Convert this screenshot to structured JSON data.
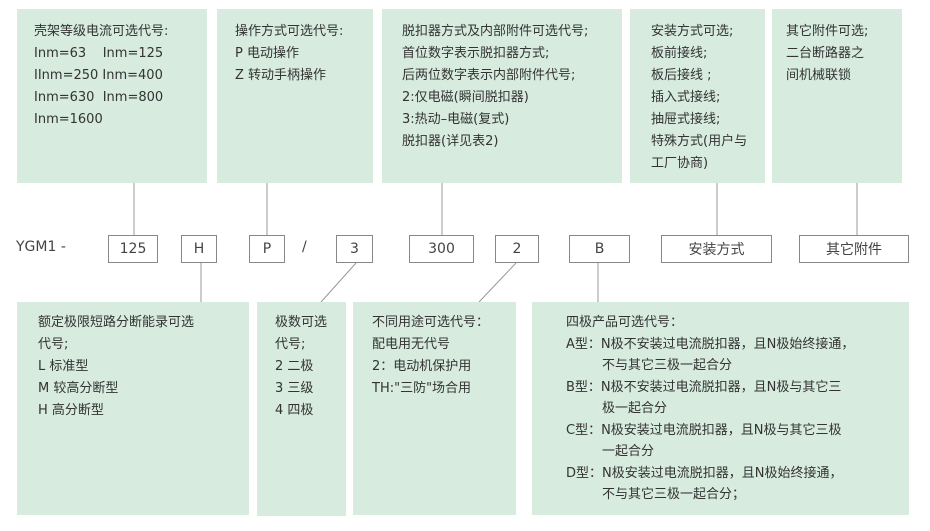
{
  "top_boxes": [
    {
      "lines": [
        "壳架等级电流可选代号:",
        "Inm=63    Inm=125",
        "IInm=250 Inm=400",
        "Inm=630  Inm=800",
        "Inm=1600"
      ]
    },
    {
      "lines": [
        "操作方式可选代号:",
        "P 电动操作",
        "Z 转动手柄操作"
      ]
    },
    {
      "lines": [
        "脱扣器方式及内部附件可选代号;",
        "首位数字表示脱扣器方式;",
        "后两位数字表示内部附件代号;",
        "2:仅电磁(瞬间脱扣器)",
        "3:热动–电磁(复式)",
        "脱扣器(详见表2)"
      ]
    },
    {
      "lines": [
        "安装方式可选;",
        "板前接线;",
        "板后接线 ;",
        "插入式接线;",
        "抽屉式接线;",
        "特殊方式(用户与",
        "工厂协商)"
      ]
    },
    {
      "lines": [
        "其它附件可选;",
        "二台断路器之",
        "间机械联锁"
      ]
    }
  ],
  "code_row": {
    "prefix": "YGM1 -",
    "slash": "/",
    "codes": [
      "125",
      "H",
      "P",
      "3",
      "300",
      "2",
      "B",
      "安装方式",
      "其它附件"
    ]
  },
  "bottom_boxes": [
    {
      "lines": [
        "额定极限短路分断能录可选",
        "代号;",
        "L 标准型",
        "M 较高分断型",
        "H 高分断型"
      ]
    },
    {
      "lines": [
        "极数可选",
        "代号;",
        "2 二极",
        "3 三级",
        "4 四极"
      ]
    },
    {
      "lines": [
        "不同用途可选代号：",
        "配电用无代号",
        "2：电动机保护用",
        "TH:\"三防\"场合用"
      ]
    },
    {
      "lines": [
        "四极产品可选代号：",
        "A型：N极不安装过电流脱扣器，且N极始终接通，",
        "不与其它三极一起合分",
        "B型：N极不安装过电流脱扣器，且N极与其它三",
        "极一起合分",
        "C型：N极安装过电流脱扣器，且N极与其它三极",
        "一起合分",
        "D型：N极安装过电流脱扣器，且N极始终接通，",
        "不与其它三极一起合分；"
      ]
    }
  ]
}
